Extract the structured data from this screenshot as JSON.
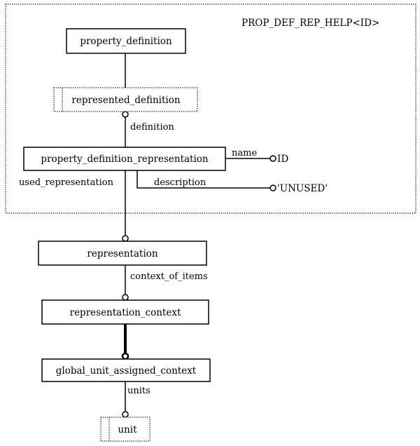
{
  "diagram": {
    "group_title": "PROP_DEF_REP_HELP<ID>",
    "entities": {
      "property_definition": "property_definition",
      "represented_definition": "represented_definition",
      "property_definition_representation": "property_definition_representation",
      "representation": "representation",
      "representation_context": "representation_context",
      "global_unit_assigned_context": "global_unit_assigned_context",
      "unit": "unit"
    },
    "attributes": {
      "definition": "definition",
      "name": "name",
      "description": "description",
      "used_representation": "used_representation",
      "context_of_items": "context_of_items",
      "units": "units"
    },
    "values": {
      "name_value": "ID",
      "description_value": "'UNUSED'"
    }
  }
}
